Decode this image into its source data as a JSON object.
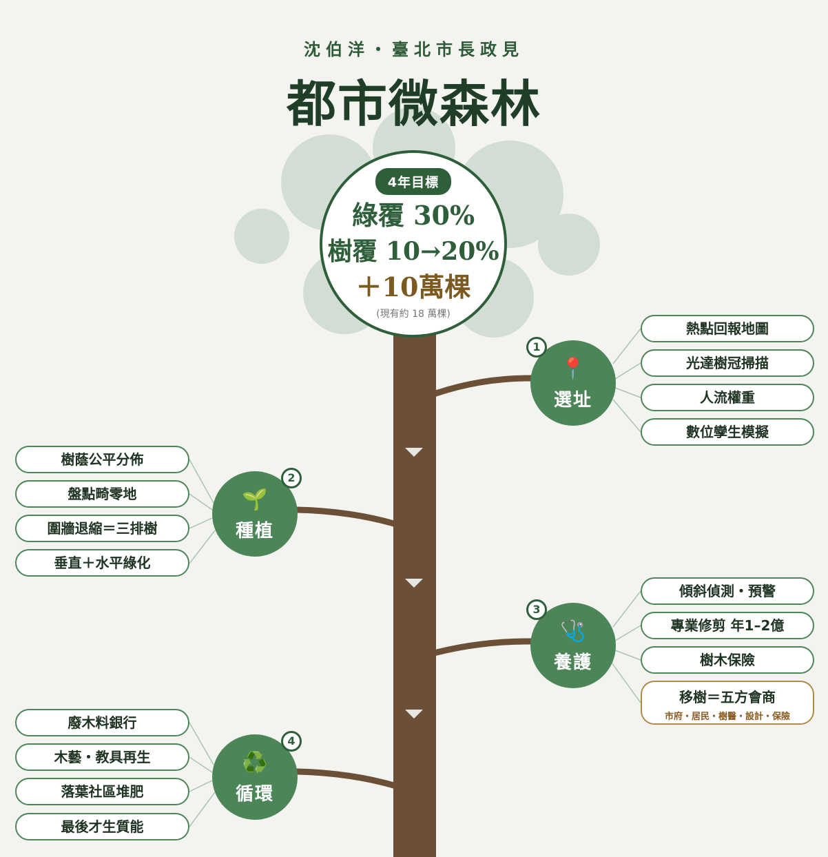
{
  "header": {
    "subtitle": "沈伯洋・臺北市長政見",
    "title": "都市微森林"
  },
  "goal": {
    "badge": "4年目標",
    "line1": "綠覆 30%",
    "line2": "樹覆 10→20%",
    "line3": "＋10萬棵",
    "note": "(現有約 18 萬棵)"
  },
  "colors": {
    "background": "#f3f4ef",
    "dark_green": "#2f5e3a",
    "node_green": "#4c8557",
    "trunk_brown": "#6b5037",
    "gold": "#b08a4a",
    "canopy": "#c7d7cb"
  },
  "branches": [
    {
      "number": "1",
      "icon": "📍",
      "icon_name": "map-pin-icon",
      "label": "選址",
      "items": [
        "熱點回報地圖",
        "光達樹冠掃描",
        "人流權重",
        "數位孿生模擬"
      ]
    },
    {
      "number": "2",
      "icon": "🌱",
      "icon_name": "seedling-icon",
      "label": "種植",
      "items": [
        "樹蔭公平分佈",
        "盤點畸零地",
        "圍牆退縮＝三排樹",
        "垂直＋水平綠化"
      ]
    },
    {
      "number": "3",
      "icon": "🩺",
      "icon_name": "stethoscope-icon",
      "label": "養護",
      "items": [
        "傾斜偵測・預警",
        "專業修剪 年1–2億",
        "樹木保險"
      ],
      "highlight": {
        "main": "移樹＝五方會商",
        "sub": "市府・居民・樹醫・設計・保險"
      }
    },
    {
      "number": "4",
      "icon": "♻️",
      "icon_name": "recycle-icon",
      "label": "循環",
      "items": [
        "廢木料銀行",
        "木藝・教具再生",
        "落葉社區堆肥",
        "最後才生質能"
      ]
    }
  ]
}
